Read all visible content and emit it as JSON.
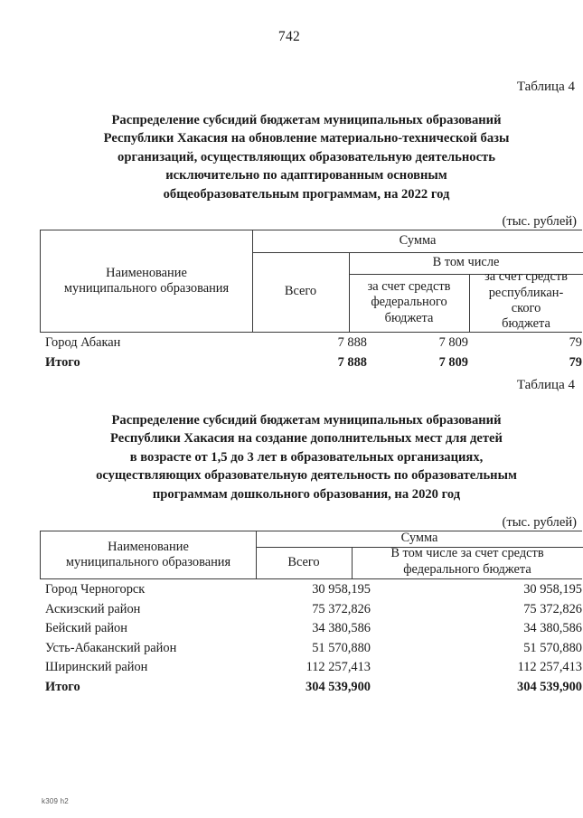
{
  "page": {
    "number": "742",
    "footer_mark": "k309 h2"
  },
  "tables": [
    {
      "label": "Таблица 4",
      "title": "Распределение субсидий бюджетам муниципальных образований Республики Хакасия на обновление материально-технической базы организаций, осуществляющих образовательную деятельность исключительно по адаптированным основным общеобразовательным программам, на 2022 год",
      "title_lines": [
        "Распределение субсидий бюджетам муниципальных образований",
        "Республики Хакасия на обновление материально-технической базы",
        "организаций, осуществляющих образовательную деятельность",
        "исключительно по адаптированным основным",
        "общеобразовательным программам, на 2022 год"
      ],
      "units": "(тыс. рублей)",
      "header": {
        "name_col": "Наименование муниципального образования",
        "name_col_line1": "Наименование",
        "name_col_line2": "муниципального образования",
        "sum_group": "Сумма",
        "total_col": "Всего",
        "in_which_group": "В том числе",
        "federal_col": "за счет средств федерального бюджета",
        "federal_col_line1": "за счет средств",
        "federal_col_line2": "федерального",
        "federal_col_line3": "бюджета",
        "republican_col": "за счет средств республиканского бюджета",
        "republican_col_line1": "за счет средств",
        "republican_col_line2": "республикан-",
        "republican_col_line3": "ского",
        "republican_col_line4": "бюджета"
      },
      "rows": [
        {
          "name": "Город Абакан",
          "total": "7 888",
          "federal": "7 809",
          "republican": "79",
          "bold": false
        },
        {
          "name": "Итого",
          "total": "7 888",
          "federal": "7 809",
          "republican": "79",
          "bold": true
        }
      ]
    },
    {
      "label": "Таблица 4",
      "title": "Распределение субсидий бюджетам муниципальных образований Республики Хакасия на создание дополнительных мест для детей в возрасте от 1,5 до 3 лет в образовательных организациях, осуществляющих образовательную деятельность по образовательным программам дошкольного образования, на 2020 год",
      "title_lines": [
        "Распределение субсидий бюджетам муниципальных образований",
        "Республики Хакасия на создание дополнительных мест для детей",
        "в возрасте от 1,5 до 3 лет в образовательных организациях,",
        "осуществляющих образовательную деятельность по образовательным",
        "программам дошкольного образования, на 2020 год"
      ],
      "units": "(тыс. рублей)",
      "header": {
        "name_col": "Наименование муниципального образования",
        "name_col_line1": "Наименование",
        "name_col_line2": "муниципального образования",
        "sum_group": "Сумма",
        "total_col": "Всего",
        "federal_col": "В том числе за счет средств федерального бюджета",
        "federal_col_line1": "В том числе за счет средств",
        "federal_col_line2": "федерального бюджета"
      },
      "rows": [
        {
          "name": "Город Черногорск",
          "total": "30 958,195",
          "federal": "30 958,195",
          "bold": false
        },
        {
          "name": "Аскизский район",
          "total": "75 372,826",
          "federal": "75 372,826",
          "bold": false
        },
        {
          "name": "Бейский район",
          "total": "34 380,586",
          "federal": "34 380,586",
          "bold": false
        },
        {
          "name": "Усть-Абаканский район",
          "total": "51 570,880",
          "federal": "51 570,880",
          "bold": false
        },
        {
          "name": "Ширинский район",
          "total": "112 257,413",
          "federal": "112 257,413",
          "bold": false
        },
        {
          "name": "Итого",
          "total": "304 539,900",
          "federal": "304 539,900",
          "bold": true
        }
      ]
    }
  ]
}
